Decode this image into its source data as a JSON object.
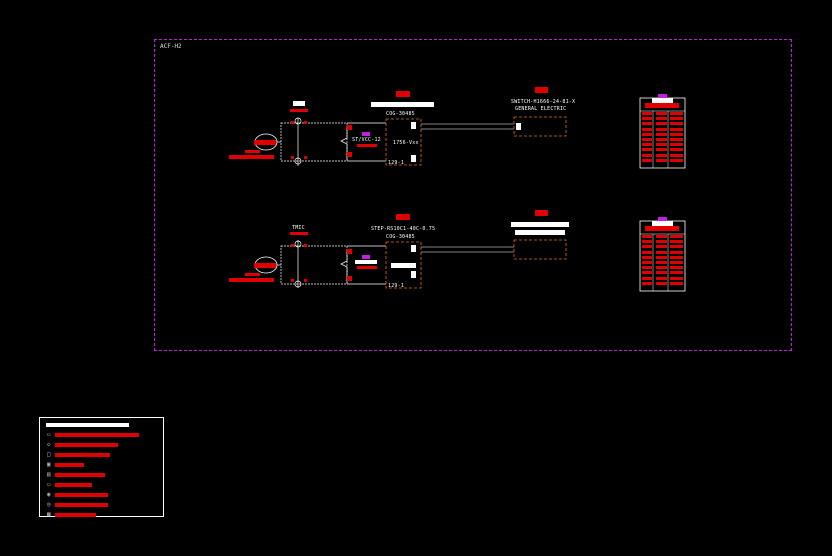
{
  "frame": {
    "title": "ACF-H2"
  },
  "upper": {
    "terminal_label": "",
    "tag_top": "",
    "controller_tag": "",
    "controller_model": "COG-30485",
    "module_label": "1756-Vxx",
    "relay_label": "ST/VCC-12",
    "bottom_label": "129-1",
    "switch_tag": "",
    "switch_model": "SWITCH-H1666-24-81-X",
    "switch_maker": "GENERAL ELECTRIC"
  },
  "lower": {
    "terminal_label": "TMIC",
    "tag_top": "",
    "controller_tag": "",
    "controller_model_line1": "STEP-RS10C1-40C-0.75",
    "controller_model_line2": "COG-30485",
    "bottom_label": "129-1",
    "switch_tag": ""
  },
  "legend": {
    "title": "",
    "items": [
      {
        "icon": "square-icon",
        "glyph": "▭",
        "label": "",
        "bar_fraction": 0.84
      },
      {
        "icon": "circle-icon",
        "glyph": "◇",
        "label": "",
        "bar_fraction": 0.63
      },
      {
        "icon": "box-icon",
        "glyph": "□",
        "label": "",
        "bar_fraction": 0.55
      },
      {
        "icon": "relay-icon",
        "glyph": "▣",
        "label": "",
        "bar_fraction": 0.29
      },
      {
        "icon": "panel-icon",
        "glyph": "▤",
        "label": "",
        "bar_fraction": 0.5
      },
      {
        "icon": "bus-icon",
        "glyph": "▭",
        "label": "",
        "bar_fraction": 0.37
      },
      {
        "icon": "sensor-icon",
        "glyph": "◉",
        "label": "",
        "bar_fraction": 0.53
      },
      {
        "icon": "ground-icon",
        "glyph": "◎",
        "label": "",
        "bar_fraction": 0.53
      },
      {
        "icon": "cabinet-icon",
        "glyph": "▦",
        "label": "",
        "bar_fraction": 0.41
      }
    ]
  },
  "colors": {
    "accent_red": "#e00000",
    "frame_purple": "#c020e0",
    "wire_orange": "#e07020",
    "line_white": "#ffffff"
  }
}
